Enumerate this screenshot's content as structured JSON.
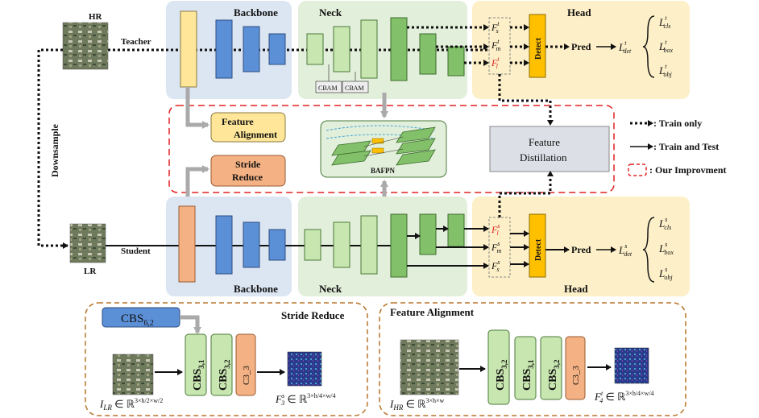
{
  "teacher_branch": {
    "input_label": "HR",
    "role_label": "Teacher",
    "backbone_title": "Backbone",
    "neck_title": "Neck",
    "head_title": "Head",
    "cbam_1": "CBAM",
    "cbam_2": "CBAM",
    "feat_s": "F",
    "feat_s_sup": "t",
    "feat_s_sub": "s",
    "feat_m": "F",
    "feat_m_sup": "t",
    "feat_m_sub": "m",
    "feat_l": "F",
    "feat_l_sup": "t",
    "feat_l_sub": "l",
    "detect_label": "Detect",
    "pred_label": "Pred",
    "loss_det": "L",
    "loss_det_sup": "t",
    "loss_det_sub": "det",
    "loss_cls": "L",
    "loss_cls_sup": "t",
    "loss_cls_sub": "cls",
    "loss_box": "L",
    "loss_box_sup": "t",
    "loss_box_sub": "box",
    "loss_obj": "L",
    "loss_obj_sup": "t",
    "loss_obj_sub": "obj"
  },
  "student_branch": {
    "input_label": "LR",
    "role_label": "Student",
    "backbone_title": "Backbone",
    "neck_title": "Neck",
    "head_title": "Head",
    "feat_l": "F",
    "feat_l_sup": "s",
    "feat_l_sub": "l",
    "feat_m": "F",
    "feat_m_sup": "s",
    "feat_m_sub": "m",
    "feat_s": "F",
    "feat_s_sup": "s",
    "feat_s_sub": "s",
    "detect_label": "Detect",
    "pred_label": "Pred",
    "loss_det": "L",
    "loss_det_sup": "s",
    "loss_det_sub": "det",
    "loss_cls": "L",
    "loss_cls_sup": "s",
    "loss_cls_sub": "cls",
    "loss_box": "L",
    "loss_box_sup": "s",
    "loss_box_sub": "box",
    "loss_obj": "L",
    "loss_obj_sup": "s",
    "loss_obj_sub": "obj"
  },
  "downsample_label": "Downsample",
  "improvement": {
    "feature_alignment": "Feature Alignment",
    "stride_reduce": "Stride Reduce",
    "bafpn": "BAFPN",
    "feature_distillation_1": "Feature",
    "feature_distillation_2": "Distillation"
  },
  "legend": {
    "train_only": ": Train only",
    "train_and_test": ": Train and Test",
    "our_improvement": ": Our Improvment"
  },
  "stride_reduce_panel": {
    "title": "Stride Reduce",
    "cbs_input": "CBS",
    "cbs_input_sub": "6,2",
    "cbs_a": "CBS",
    "cbs_a_sub": "3,1",
    "cbs_b": "CBS",
    "cbs_b_sub": "3,2",
    "c3": "C3_3",
    "input_formula": "I",
    "input_formula_sub": "LR",
    "input_formula_rest": " ∈ ℝ",
    "input_formula_dims": "3×h/2×w/2",
    "output_formula": "F",
    "output_formula_sup": "s",
    "output_formula_sub": "3",
    "output_formula_rest": " ∈ ℝ",
    "output_formula_dims": "3×h/4×w/4"
  },
  "feature_alignment_panel": {
    "title": "Feature Alignment",
    "cbs_a": "CBS",
    "cbs_a_sub": "3,2",
    "cbs_b": "CBS",
    "cbs_b_sub": "3,1",
    "cbs_c": "CBS",
    "cbs_c_sub": "3,2",
    "c3": "C3_3",
    "input_formula": "I",
    "input_formula_sub": "HR",
    "input_formula_rest": " ∈ ℝ",
    "input_formula_dims": "3×h×w",
    "output_formula": "F",
    "output_formula_sup": "t",
    "output_formula_sub": "4",
    "output_formula_rest": " ∈ ℝ",
    "output_formula_dims": "3×h/4×w/4"
  },
  "colors": {
    "backbone_bg": "#dce6f2",
    "neck_bg": "#e2efda",
    "head_bg": "#fdf0c8",
    "blue_block": "#5b8fd6",
    "green_light": "#c8e6b0",
    "green_dark": "#82c06a",
    "yellow_block": "#ffe699",
    "orange_block": "#f4b183",
    "detect": "#ffc000",
    "improvement_border": "#e02020",
    "panel_border": "#b8742a"
  }
}
